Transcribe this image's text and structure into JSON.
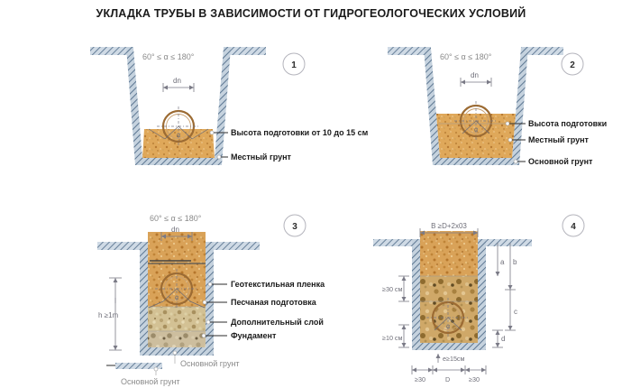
{
  "title": "УКЛАДКА ТРУБЫ В ЗАВИСИМОСТИ ОТ ГИДРОГЕОЛОГОЧЕСКИХ  УСЛОВИЙ",
  "colors": {
    "soil_sand": "#d9a85c",
    "soil_fill": "#c89a52",
    "soil_layer_gravel": "#d6c29a",
    "soil_foundation": "#cfc0a0",
    "trench_wall": "#8fa3b8",
    "pipe": "#9c6b33",
    "label_text": "#1a1a1a",
    "gray_text": "#8a8a8a",
    "dim_text": "#6e6e78"
  },
  "panels": [
    {
      "number": "1",
      "angle_note": "60° ≤ α ≤ 180°",
      "pipe_dim_label": "dn",
      "labels": [
        "Высота подготовки от 10 до 15 см",
        "Местный грунт"
      ]
    },
    {
      "number": "2",
      "angle_note": "60° ≤ α ≤ 180°",
      "pipe_dim_label": "dn",
      "labels": [
        "Высота подготовки",
        "Местный грунт",
        "Основной грунт"
      ]
    },
    {
      "number": "3",
      "angle_note": "60° ≤ α ≤ 180°",
      "pipe_dim_label": "dn",
      "depth_label": "h ≥1m",
      "labels": [
        "Геотекстильная пленка",
        "Песчаная подготовка",
        "Дополнительный слой",
        "Фундамент"
      ],
      "gray_labels": [
        "Основной грунт",
        "Основной грунт"
      ]
    },
    {
      "number": "4",
      "top_dim": "B ≥D+2x03",
      "left_dims": [
        "≥30 см",
        "≥10 см"
      ],
      "right_dims": [
        "a",
        "b",
        "c",
        "d"
      ],
      "bottom_dims": [
        "е≥15см",
        "≥30",
        "D",
        "≥30"
      ]
    }
  ]
}
